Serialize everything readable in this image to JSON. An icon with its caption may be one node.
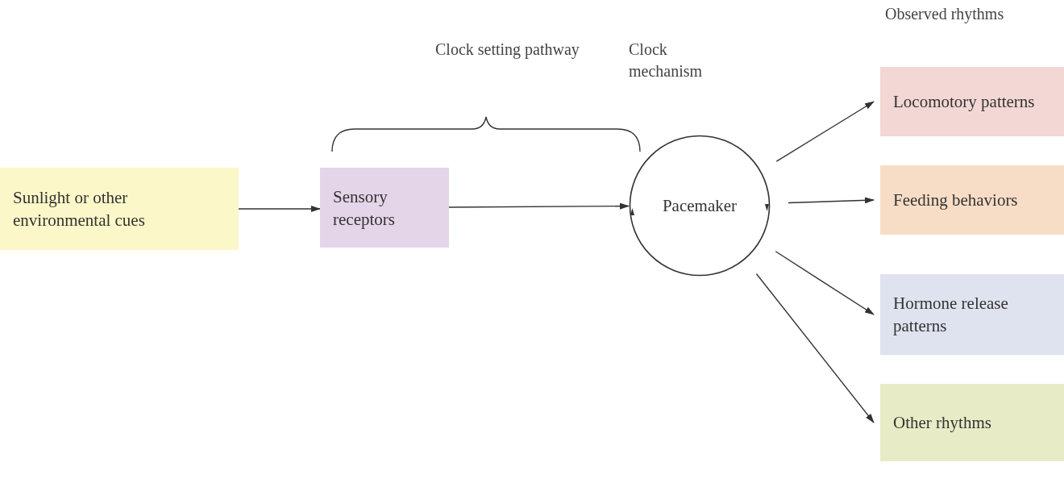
{
  "diagram": {
    "nodes": [
      {
        "text": [
          "Sunlight or other environmental cues"
        ]
      },
      {
        "text": [
          "Sensory receptors"
        ]
      },
      {
        "text": [
          "Pacemaker"
        ]
      },
      {
        "text": [
          "Locomotory patterns"
        ]
      },
      {
        "text": [
          "Feeding behaviors"
        ]
      },
      {
        "text": [
          "Hormone release patterns"
        ]
      },
      {
        "text": [
          "Other rhythms"
        ]
      }
    ],
    "edges": [
      {
        "from": 0,
        "to": 1,
        "arrow": "to"
      },
      {
        "from": 1,
        "to": 2,
        "arrow": "to"
      },
      {
        "from": 2,
        "to": 3,
        "arrow": "to"
      },
      {
        "from": 2,
        "to": 4,
        "arrow": "to"
      },
      {
        "from": 2,
        "to": 5,
        "arrow": "to"
      },
      {
        "from": 2,
        "to": 6,
        "arrow": "to"
      }
    ],
    "labels": [
      "Clock setting pathway",
      "Clock mechanism",
      "Observed rhythms"
    ]
  }
}
